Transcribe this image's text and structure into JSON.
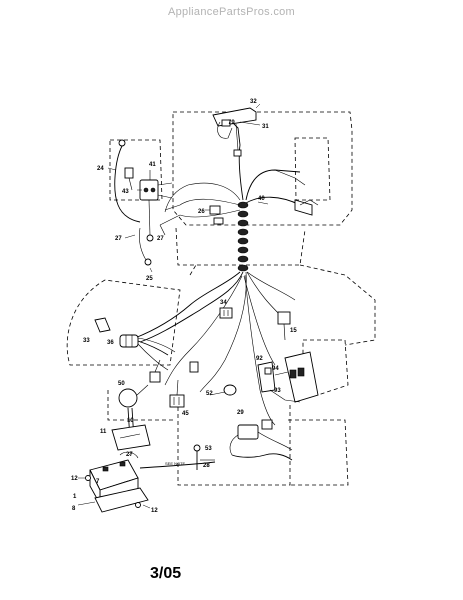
{
  "watermark": "AppliancePartsPros.com",
  "page_code": "3/05",
  "callouts": {
    "c32": "32",
    "c79": "79",
    "c31": "31",
    "c24": "24",
    "c41": "41",
    "c43": "43",
    "c26": "26",
    "c40": "40",
    "c27a": "27",
    "c27b": "27",
    "c25": "25",
    "c34": "34",
    "c15": "15",
    "c33": "33",
    "c36": "36",
    "c92": "92",
    "c94": "94",
    "c93": "93",
    "c50": "50",
    "c52": "52",
    "c10": "10",
    "c45": "45",
    "c29": "29",
    "c11": "11",
    "c27c": "27",
    "c53": "53",
    "c28": "28",
    "c12a": "12",
    "c7": "7",
    "c1": "1",
    "c8": "8",
    "c12b": "12"
  },
  "labels": {
    "harness_tag": "SEE NOTE"
  }
}
